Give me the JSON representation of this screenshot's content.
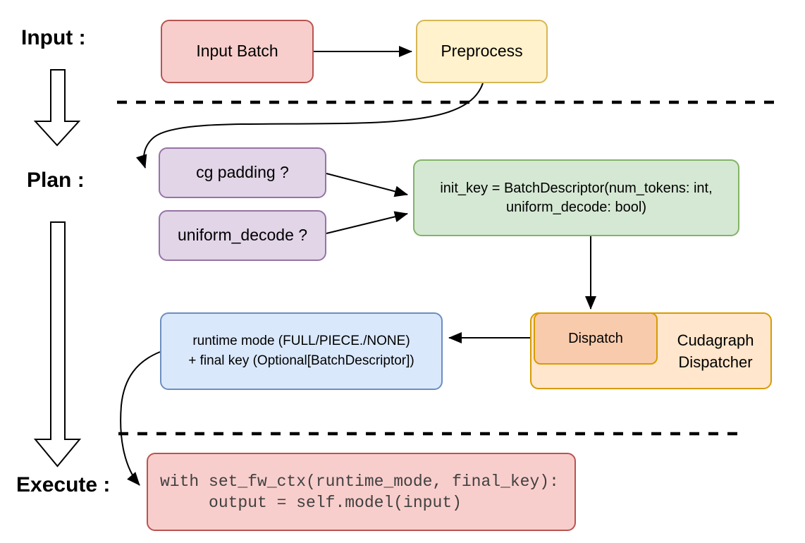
{
  "section_labels": {
    "input": "Input :",
    "plan": "Plan :",
    "execute": "Execute :"
  },
  "nodes": {
    "input_batch": {
      "label": "Input Batch"
    },
    "preprocess": {
      "label": "Preprocess"
    },
    "cg_padding": {
      "label": "cg padding ?"
    },
    "uniform_decode": {
      "label": "uniform_decode ?"
    },
    "init_key": {
      "line1": "init_key = BatchDescriptor(num_tokens: int,",
      "line2": "uniform_decode: bool)"
    },
    "dispatch": {
      "label": "Dispatch"
    },
    "cudagraph_dispatcher": {
      "line1": "Cudagraph",
      "line2": "Dispatcher"
    },
    "runtime_mode": {
      "line1": "runtime mode (FULL/PIECE./NONE)",
      "line2": "+ final key (Optional[BatchDescriptor])"
    },
    "execute_code": {
      "line1": "with set_fw_ctx(runtime_mode, final_key):",
      "line2": "     output = self.model(input)"
    }
  },
  "palette": {
    "red_fill": "#F8CECC",
    "red_stroke": "#B85450",
    "yellow_fill": "#FFF2CC",
    "yellow_stroke": "#D6B656",
    "purple_fill": "#E1D5E7",
    "purple_stroke": "#9673A6",
    "green_fill": "#D5E8D4",
    "green_stroke": "#82B366",
    "blue_fill": "#DAE8FC",
    "blue_stroke": "#6C8EBF",
    "orange_light_fill": "#FFE6CC",
    "orange_dark_fill": "#F8CBAD",
    "orange_stroke": "#D79B00",
    "connector": "#000000",
    "code_text": "#404040"
  }
}
